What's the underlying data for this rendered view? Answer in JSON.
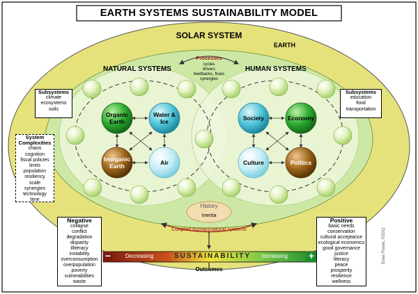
{
  "title": "EARTH SYSTEMS SUSTAINABILITY MODEL",
  "solar_system_label": "SOLAR SYSTEM",
  "earth_label": "EARTH",
  "natural_systems_label": "NATURAL SYSTEMS",
  "human_systems_label": "HUMAN SYSTEMS",
  "processes": {
    "title": "Processes",
    "lines": [
      "cycles",
      "drivers",
      "feedbacks, flows",
      "synergies"
    ]
  },
  "natural_nodes": {
    "organic_earth": "Organic Earth",
    "water_ice": "Water & Ice",
    "inorganic_earth": "Inorganic Earth",
    "air": "Air"
  },
  "human_nodes": {
    "society": "Society",
    "economy": "Economy",
    "culture": "Culture",
    "politics": "Politics"
  },
  "subsystems_left": {
    "title": "Subsystems",
    "items": [
      "climate",
      "ecosystems",
      "soils"
    ]
  },
  "subsystems_right": {
    "title": "Subsystems",
    "items": [
      "education",
      "food",
      "transportation"
    ]
  },
  "complexities": {
    "title_line1": "System",
    "title_line2": "Complexities",
    "items": [
      "chaos",
      "cognition",
      "fiscal policies",
      "limits",
      "population",
      "resiliency",
      "scale",
      "synergies",
      "technology",
      "time"
    ]
  },
  "history_label": "History",
  "inertia_label": "Inertia",
  "coupled_label": "Coupled human/natural systems",
  "negative": {
    "title": "Negative",
    "items": [
      "collapse",
      "conflict",
      "degradation",
      "disparity",
      "illiteracy",
      "instability",
      "overconsumption",
      "overpopulation",
      "poverty",
      "vulnerabilities",
      "waste"
    ]
  },
  "positive": {
    "title": "Positive",
    "items": [
      "basic needs",
      "conservation",
      "cultural acceptance",
      "ecological economics",
      "good governance",
      "justice",
      "literacy",
      "peace",
      "prosperity",
      "resilience",
      "wellness"
    ]
  },
  "sustainability_label": "SUSTAINABILITY",
  "decreasing_label": "Decreasing",
  "increasing_label": "Increasing",
  "minus_sign": "−",
  "plus_sign": "+",
  "outcomes_label": "Outcomes",
  "credit": "Evan Fraser, ©2011",
  "colors": {
    "solar": "#e2e27a",
    "earth": "#cfe9a8",
    "inner": "#f2f8e6",
    "organic": "#2aa830",
    "water": "#4fc3d8",
    "inorganic": "#9b6418",
    "air": "#b8e8f0",
    "society": "#4fc3d8",
    "economy": "#2aa830",
    "culture": "#b8e8f0",
    "politics": "#9b6418"
  }
}
